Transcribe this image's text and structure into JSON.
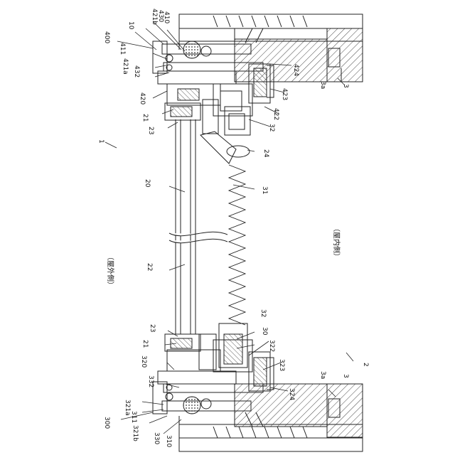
{
  "labels": {
    "n1": "1",
    "n2": "2",
    "n3_top": "3",
    "n3_bottom": "3",
    "n3a_top": "3a",
    "n3a_bottom": "3a",
    "n10": "10",
    "n20": "20",
    "n21_top": "21",
    "n21_bottom": "21",
    "n22": "22",
    "n23_top": "23",
    "n23_bottom": "23",
    "n24": "24",
    "n30": "30",
    "n31": "31",
    "n32_top": "32",
    "n32_bottom": "32",
    "n300": "300",
    "n310": "310",
    "n311": "311",
    "n320": "320",
    "n321a": "321a",
    "n321b": "321b",
    "n322": "322",
    "n323": "323",
    "n324": "324",
    "n330": "330",
    "n332": "332",
    "n400": "400",
    "n410": "410",
    "n411": "411",
    "n420": "420",
    "n421a": "421a",
    "n421b": "421b",
    "n422": "422",
    "n423": "423",
    "n424": "424",
    "n430": "430",
    "n432": "432"
  },
  "side_labels": {
    "outdoor": "（屋外側）",
    "indoor": "（屋内側）"
  }
}
